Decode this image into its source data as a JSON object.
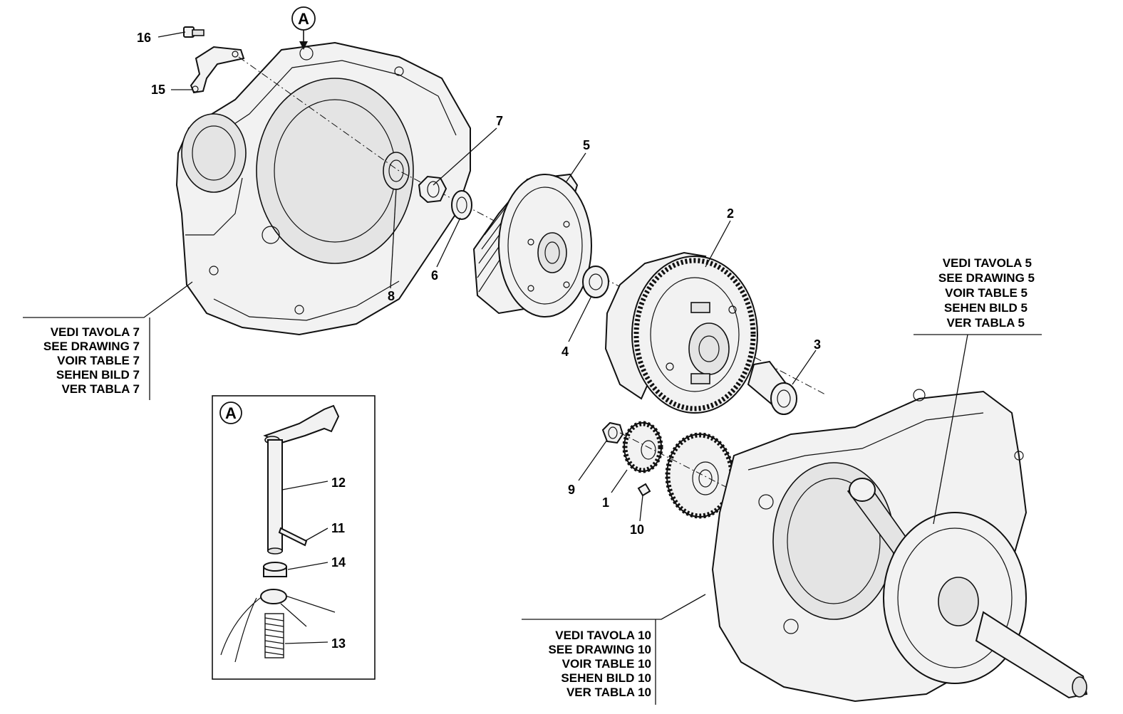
{
  "callouts": {
    "c1": "1",
    "c2": "2",
    "c3": "3",
    "c4": "4",
    "c5": "5",
    "c6": "6",
    "c7": "7",
    "c8": "8",
    "c9": "9",
    "c10": "10",
    "c11": "11",
    "c12": "12",
    "c13": "13",
    "c14": "14",
    "c15": "15",
    "c16": "16"
  },
  "detail_marker": "A",
  "inset_marker": "A",
  "ref_drawing7": [
    "VEDI TAVOLA 7",
    "SEE DRAWING 7",
    "VOIR TABLE 7",
    "SEHEN BILD 7",
    "VER TABLA 7"
  ],
  "ref_drawing5": [
    "VEDI TAVOLA 5",
    "SEE DRAWING 5",
    "VOIR TABLE 5",
    "SEHEN BILD 5",
    "VER TABLA 5"
  ],
  "ref_drawing10": [
    "VEDI TAVOLA 10",
    "SEE DRAWING 10",
    "VOIR TABLE 10",
    "SEHEN BILD 10",
    "VER TABLA 10"
  ]
}
